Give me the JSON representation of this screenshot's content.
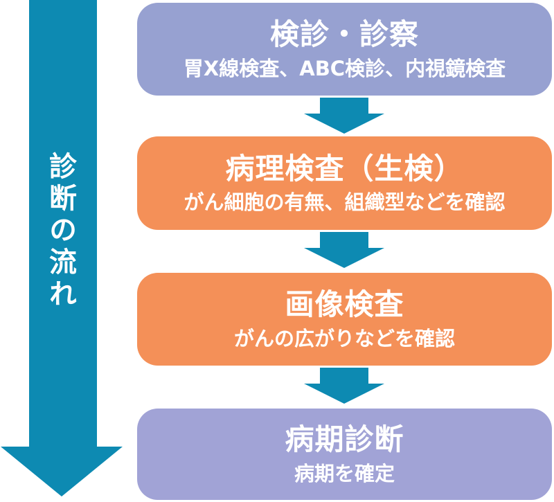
{
  "diagram": {
    "side_arrow_label": "診断の流れ",
    "steps": [
      {
        "title": "検診・診察",
        "subtitle": "胃X線検査、ABC検診、内視鏡検査",
        "variant": "periwinkle"
      },
      {
        "title": "病理検査（生検）",
        "subtitle": "がん細胞の有無、組織型などを確認",
        "variant": "orange"
      },
      {
        "title": "画像検査",
        "subtitle": "がんの広がりなどを確認",
        "variant": "orange"
      },
      {
        "title": "病期診断",
        "subtitle": "病期を確定",
        "variant": "lavender"
      }
    ],
    "colors": {
      "arrow_teal": "#0d8ab2",
      "step1_fill": "#97a1d1",
      "step2_fill": "#f49058",
      "step3_fill": "#f49058",
      "step4_fill": "#a1a3d6",
      "text_white": "#ffffff"
    }
  }
}
